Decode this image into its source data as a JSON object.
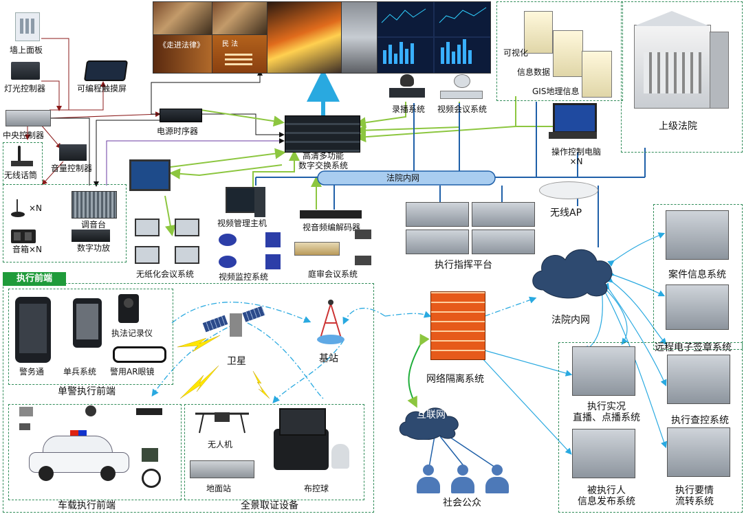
{
  "colors": {
    "green_link": "#8cc63f",
    "blue_link": "#29a9e0",
    "dark_link": "#8b1a1a",
    "network_bar": "#a9cdf0",
    "box_border": "#2e8b57",
    "tag_bg": "#1f9b3a"
  },
  "top_left": {
    "wall_panel": "墙上面板",
    "light_controller": "灯光控制器",
    "touch_screen": "可编程触摸屏",
    "central_controller": "中央控制器",
    "power_sequencer": "电源时序器",
    "wireless_mic": "无线话筒",
    "volume_controller": "音量控制器",
    "mixer": "调音台",
    "amplifier": "数字功放",
    "mic_count": "×N",
    "speakers": "音箱×N"
  },
  "center_top": {
    "video_slide_1": "《走进法律》",
    "video_slide_2": "民  法",
    "matrix": "高清多功能\n数字交换系统",
    "recording": "录播系统",
    "video_conf": "视频会议系统"
  },
  "data_sources": {
    "visualization": "可视化",
    "info_data": "信息数据",
    "gis": "GIS地理信息"
  },
  "superior_court": "上级法院",
  "operator_pc": "操作控制电脑\n×N",
  "court_intranet_bar": "法院内网",
  "court_intranet_cloud": "法院内网",
  "wireless_ap": "无线AP",
  "mid_row": {
    "paperless": "无纸化会议系统",
    "video_mgmt_host": "视频管理主机",
    "video_surveillance": "视频监控系统",
    "av_codec": "视音频编解码器",
    "court_conf": "庭审会议系统",
    "command_platform": "执行指挥平台"
  },
  "front_end": {
    "tag": "执行前端",
    "police_phone": "警务通",
    "single_soldier": "单兵系统",
    "recorder": "执法记录仪",
    "ar_glasses": "警用AR眼镜",
    "single_group": "单警执行前端",
    "satellite": "卫星",
    "base_station": "基站",
    "vehicle_group": "车载执行前端",
    "drone": "无人机",
    "ground_station": "地面站",
    "dome": "布控球",
    "panorama_group": "全景取证设备"
  },
  "right_side": {
    "firewall": "网络隔离系统",
    "internet": "互联网",
    "public": "社会公众",
    "case_info": "案件信息系统",
    "e_signature": "远程电子签章系统",
    "live": "执行实况\n直播、点播系统",
    "inquiry": "执行查控系统",
    "debtor_info": "被执行人\n信息发布系统",
    "workflow": "执行要情\n流转系统"
  }
}
